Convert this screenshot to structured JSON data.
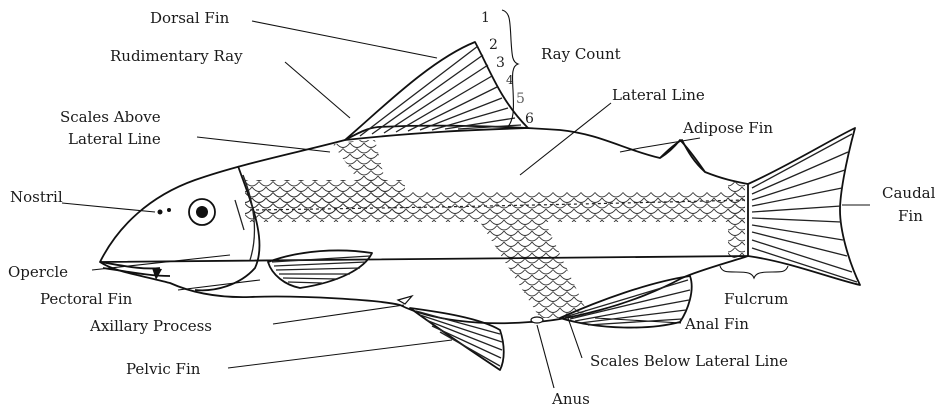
{
  "labels": {
    "dorsal_fin": "Dorsal Fin",
    "rudimentary_ray": "Rudimentary Ray",
    "ray_count": "Ray Count",
    "lateral_line": "Lateral Line",
    "scales_above_1": "Scales Above",
    "scales_above_2": "Lateral Line",
    "adipose_fin": "Adipose Fin",
    "nostril": "Nostril",
    "caudal_fin_1": "Caudal",
    "caudal_fin_2": "Fin",
    "opercle": "Opercle",
    "pectoral_fin": "Pectoral Fin",
    "fulcrum": "Fulcrum",
    "axillary_process": "Axillary Process",
    "anal_fin": "Anal Fin",
    "pelvic_fin": "Pelvic Fin",
    "scales_below": "Scales Below Lateral Line",
    "anus": "Anus"
  },
  "ray_numbers": [
    "1",
    "2",
    "3",
    "4",
    "5",
    "6"
  ]
}
